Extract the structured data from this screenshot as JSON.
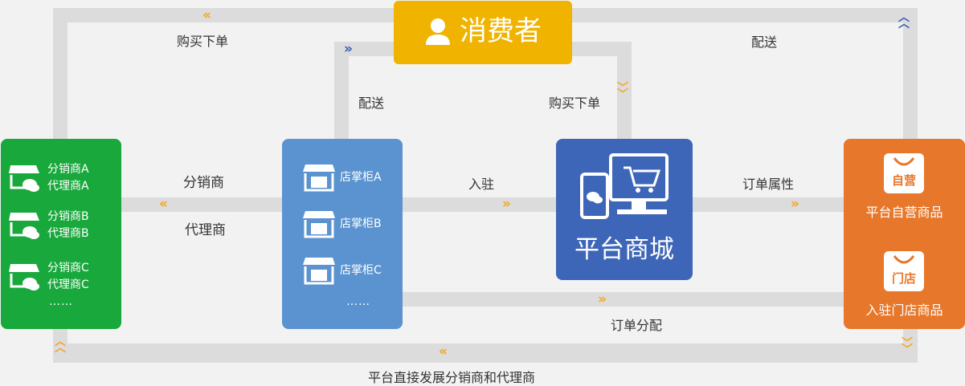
{
  "consumer": {
    "title": "消费者",
    "icon": "user-icon"
  },
  "flows": {
    "buy_order_left": "购买下单",
    "delivery_right": "配送",
    "delivery_mid": "配送",
    "buy_order_mid": "购买下单",
    "distributor": "分销商",
    "agent": "代理商",
    "settle_in": "入驻",
    "order_attr": "订单属性",
    "order_allocate": "订单分配",
    "platform_develop": "平台直接发展分销商和代理商"
  },
  "distributors": {
    "items": [
      {
        "line1": "分销商A",
        "line2": "代理商A"
      },
      {
        "line1": "分销商B",
        "line2": "代理商B"
      },
      {
        "line1": "分销商C",
        "line2": "代理商C"
      }
    ],
    "more": "……"
  },
  "counters": {
    "items": [
      "店掌柜A",
      "店掌柜B",
      "店掌柜C"
    ],
    "more": "……"
  },
  "mall": {
    "title": "平台商城"
  },
  "products": {
    "self": {
      "badge": "自营",
      "label": "平台自营商品"
    },
    "store": {
      "badge": "门店",
      "label": "入驻门店商品"
    }
  },
  "colors": {
    "green": "#18a83c",
    "blue": "#5a93cf",
    "navy": "#3d66b8",
    "orange": "#e7772a",
    "yellow": "#f0b300",
    "chevron": "#f5a623",
    "chevron_blue": "#3a5fb0"
  }
}
